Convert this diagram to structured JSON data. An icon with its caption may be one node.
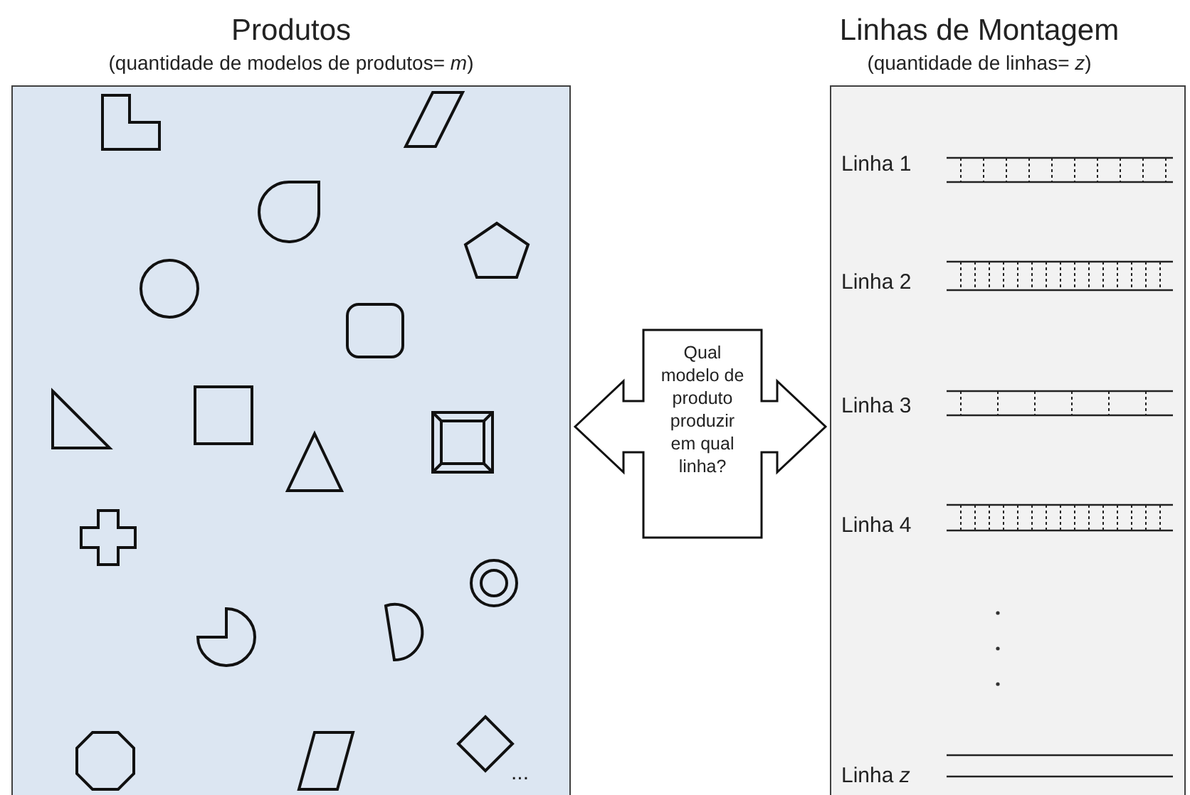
{
  "diagram": {
    "nodes": [
      {
        "text": [
          "Produtos",
          "(quantidade de modelos de produtos= *m*)"
        ]
      },
      {
        "text": [
          "Linhas de Montagem",
          "(quantidade de linhas= *z*)"
        ]
      }
    ],
    "edges": [
      {
        "from": 0,
        "to": 1,
        "arrow": "both",
        "label": "Qual modelo de produto produzir em qual linha?"
      }
    ],
    "labels": [
      "Linha 1",
      "Linha 2",
      "Linha 3",
      "Linha 4",
      "...",
      "Linha *z*"
    ]
  }
}
